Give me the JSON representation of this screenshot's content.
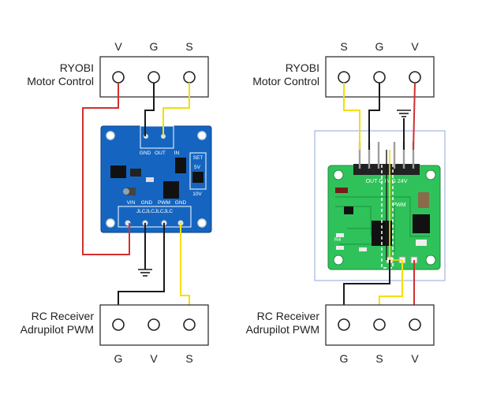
{
  "colors": {
    "power": "#d32f2f",
    "ground": "#1a1a1a",
    "signal": "#f2e000",
    "blue_pcb": "#1565c0",
    "green_pcb": "#2fc25a",
    "frame": "#90a4d8"
  },
  "left": {
    "top_pins": [
      "V",
      "G",
      "S"
    ],
    "top_box_label": [
      "RYOBI",
      "Motor Control"
    ],
    "bottom_pins": [
      "G",
      "V",
      "S"
    ],
    "bottom_box_label": [
      "RC Receiver",
      "Adrupilot PWM"
    ],
    "board": {
      "top_silk": [
        "GND",
        "OUT",
        "IN"
      ],
      "bottom_silk": [
        "VIN",
        "GND",
        "PWM",
        "GND"
      ],
      "brand": "JLCJLCJLCJLC",
      "set_label": "SET",
      "side_labels": [
        "5V",
        "10V"
      ]
    }
  },
  "right": {
    "top_pins": [
      "S",
      "G",
      "V"
    ],
    "top_box_label": [
      "RYOBI",
      "Motor Control"
    ],
    "bottom_pins": [
      "G",
      "S",
      "V"
    ],
    "bottom_box_label": [
      "RC Receiver",
      "Adrupilot PWM"
    ],
    "board": {
      "header_silk": "OUT G  IN G  24V",
      "pwm_silk": "PWM",
      "side_silk": "R4"
    }
  }
}
